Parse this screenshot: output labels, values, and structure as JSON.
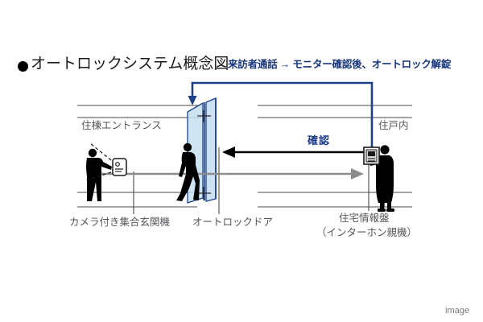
{
  "figure": {
    "title_bullet": "●",
    "title": "オートロックシステム概念図",
    "subtitle": "来訪者通話 → モニター確認後、オートロック解錠",
    "watermark": "image"
  },
  "labels": {
    "entrance": "住棟エントランス",
    "indoor": "住戸内",
    "camera_panel": "カメラ付き集合玄関機",
    "autolock_door": "オートロックドア",
    "home_panel": "住宅情報盤",
    "home_panel_sub": "（インターホン親機）",
    "confirm_arrow": "確認"
  },
  "colors": {
    "accent_blue": "#16347a",
    "bracket_blue": "#1d4289",
    "glass_blue": "#bcd9ef",
    "glass_edge": "#1d4289",
    "line_gray": "#4a4a4a",
    "gray_arrow": "#8c8c8c",
    "black": "#000000",
    "label_gray": "#55565a"
  },
  "flows": [
    {
      "name": "visitor-call-flow",
      "label": "来訪者通話 → モニター確認後、オートロック解錠",
      "direction": "right-to-left",
      "color": "#1d4289"
    },
    {
      "name": "confirm-flow",
      "label": "確認",
      "direction": "right-to-left",
      "color": "#000000"
    },
    {
      "name": "call-signal-flow",
      "label": "",
      "direction": "left-to-right",
      "color": "#8c8c8c"
    }
  ]
}
